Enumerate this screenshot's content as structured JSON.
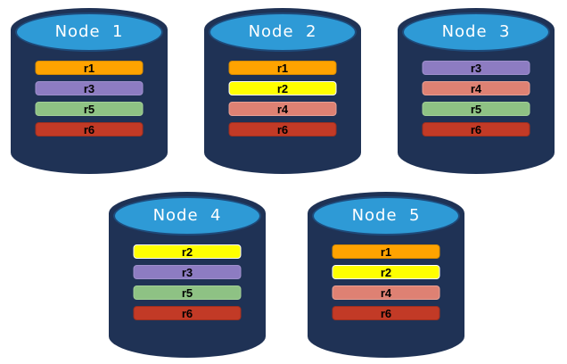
{
  "colors": {
    "background": "#ffffff",
    "cylinder_body": "#1f3255",
    "cylinder_top": "#2e9ad6",
    "cylinder_top_border": "#1e4a7a",
    "node_label_text": "#ffffff",
    "bar_label_text": "#000000"
  },
  "replica_colors": {
    "r1": {
      "fill": "#ffa300",
      "border": "#d78c00"
    },
    "r2": {
      "fill": "#ffff00",
      "border": "#ffffff"
    },
    "r3": {
      "fill": "#8d7cc2",
      "border": "#9f90cc"
    },
    "r4": {
      "fill": "#de8173",
      "border": "#e8a094"
    },
    "r5": {
      "fill": "#8ec284",
      "border": "#a3cf97"
    },
    "r6": {
      "fill": "#c23a26",
      "border": "#a02f1e"
    }
  },
  "nodes": [
    {
      "label": "Node  1",
      "replicas": [
        "r1",
        "r3",
        "r5",
        "r6"
      ]
    },
    {
      "label": "Node  2",
      "replicas": [
        "r1",
        "r2",
        "r4",
        "r6"
      ]
    },
    {
      "label": "Node  3",
      "replicas": [
        "r3",
        "r4",
        "r5",
        "r6"
      ]
    },
    {
      "label": "Node  4",
      "replicas": [
        "r2",
        "r3",
        "r5",
        "r6"
      ]
    },
    {
      "label": "Node  5",
      "replicas": [
        "r1",
        "r2",
        "r4",
        "r6"
      ]
    }
  ]
}
